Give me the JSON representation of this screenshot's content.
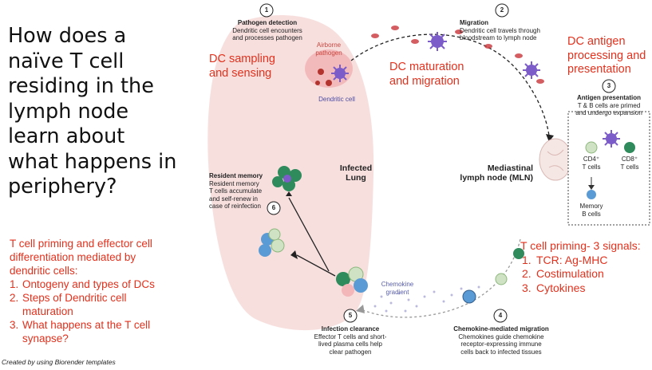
{
  "question": {
    "lines": [
      "How does a",
      "naïve T cell",
      "residing in the",
      "lymph node",
      "learn about",
      "what happens in",
      "periphery?"
    ]
  },
  "intro": {
    "lines": [
      "T cell priming and effector cell",
      "differentiation mediated by",
      "dendritic cells:"
    ]
  },
  "steps": [
    {
      "num": "1.",
      "lines": [
        "Ontogeny  and types of DCs"
      ]
    },
    {
      "num": "2.",
      "lines": [
        "Steps of Dendritic cell",
        "maturation"
      ]
    },
    {
      "num": "3.",
      "lines": [
        "What happens at the T cell",
        "synapse?"
      ]
    }
  ],
  "credit": "Created by using Biorender templates",
  "annotations": {
    "dc_sampling": [
      "DC sampling",
      "and sensing"
    ],
    "dc_maturation": [
      "DC maturation",
      "and migration"
    ],
    "dc_antigen": [
      "DC antigen",
      "processing and",
      "presentation"
    ],
    "tcell_priming_title": "T cell priming- 3 signals:",
    "tcell_priming_items": [
      {
        "num": "1.",
        "text": "TCR: Ag-MHC"
      },
      {
        "num": "2.",
        "text": "Costimulation"
      },
      {
        "num": "3.",
        "text": "Cytokines"
      }
    ]
  },
  "diagram": {
    "steps": [
      {
        "num": "1",
        "title": "Pathogen detection",
        "desc": [
          "Dendritic cell encounters",
          "and processes pathogen"
        ]
      },
      {
        "num": "2",
        "title": "Migration",
        "desc": [
          "Dendritic cell travels through",
          "bloodstream to lymph node"
        ]
      },
      {
        "num": "3",
        "title": "Antigen presentation",
        "desc": [
          "T & B cells are primed",
          "and undergo expansion"
        ]
      },
      {
        "num": "4",
        "title": "Chemokine-mediated migration",
        "desc": [
          "Chemokines guide chemokine",
          "receptor-expressing immune",
          "cells back to infected tissues"
        ]
      },
      {
        "num": "5",
        "title": "Infection clearance",
        "desc": [
          "Effector T cells and short-",
          "lived plasma cells help",
          "clear pathogen"
        ]
      },
      {
        "num": "6",
        "title": "Resident memory",
        "desc": [
          "Resident memory",
          "T cells accumulate",
          "and self-renew in",
          "case of reinfection"
        ]
      }
    ],
    "labels": {
      "airborne": [
        "Airborne",
        "pathogen"
      ],
      "dendritic_cell": "Dendritic cell",
      "infected_lung": [
        "Infected",
        "Lung"
      ],
      "mln": [
        "Mediastinal",
        "lymph node (MLN)"
      ],
      "chemokine": [
        "Chemokine",
        "gradient"
      ],
      "cd4": [
        "CD4⁺",
        "T cells"
      ],
      "cd8": [
        "CD8⁺",
        "T cells"
      ],
      "memory_b": [
        "Memory",
        "B cells"
      ]
    }
  },
  "colors": {
    "accent_red": "#e2311d",
    "lung_pink": "#f6d9d8",
    "dc_purple": "#7b5cc8",
    "cd4_green": "#cfe3c4",
    "cd8_green": "#2f8a5c",
    "b_blue": "#5b9bd5"
  }
}
